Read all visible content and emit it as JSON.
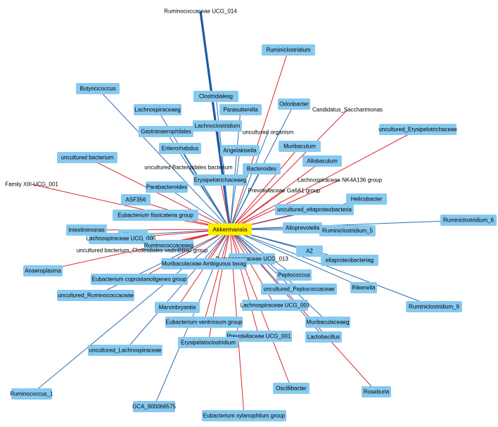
{
  "colors": {
    "node_fill": "#87c9ef",
    "hub_fill": "#ffee00",
    "edge_negative": "#d9282f",
    "edge_positive": "#2f6eae",
    "edge_strong": "#1d5aa6"
  },
  "hub": {
    "label": "Akkermansia"
  },
  "nodes": [
    {
      "id": "ruminococcaceae_ucg_014",
      "label": "Ruminococcaceae UCG_014",
      "box": false,
      "edge": "strong"
    },
    {
      "id": "ruminiclostridium",
      "label": "Ruminiclostridium",
      "box": true,
      "edge": "negative"
    },
    {
      "id": "clostridialesg",
      "label": "Clostridialesg",
      "box": true,
      "edge": "positive"
    },
    {
      "id": "butyricicoccus",
      "label": "Butyricicoccus",
      "box": true,
      "edge": "positive"
    },
    {
      "id": "odoribacter",
      "label": "Odoribacter",
      "box": true,
      "edge": "positive"
    },
    {
      "id": "parasutterella",
      "label": "Parasutterella",
      "box": true,
      "edge": "positive"
    },
    {
      "id": "candidatus_saccharimonas",
      "label": "Candidatus_Saccharimonas",
      "box": false,
      "edge": "negative"
    },
    {
      "id": "lachnospiraceaeg",
      "label": "Lachnospiraceaeg",
      "box": true,
      "edge": "positive"
    },
    {
      "id": "uncultured_erysipelotrichaceae",
      "label": "uncultured_Erysipelotrichaceae",
      "box": true,
      "edge": "negative"
    },
    {
      "id": "lachnoclostridium",
      "label": "Lachnoclostridium",
      "box": true,
      "edge": "positive"
    },
    {
      "id": "uncultured_organism",
      "label": "uncultured organism",
      "box": false,
      "edge": "positive"
    },
    {
      "id": "gastranaerophilales",
      "label": "Gastranaerophilales",
      "box": true,
      "edge": "positive"
    },
    {
      "id": "enterorhabdus",
      "label": "Enterorhabdus",
      "box": true,
      "edge": "positive"
    },
    {
      "id": "muribaculum",
      "label": "Muribaculum",
      "box": true,
      "edge": "negative"
    },
    {
      "id": "angelakisella",
      "label": "Angelakisella",
      "box": true,
      "edge": "positive"
    },
    {
      "id": "uncultured_bacterium",
      "label": "uncultured bacterium",
      "box": true,
      "edge": "negative"
    },
    {
      "id": "allobaculum",
      "label": "Allobaculum",
      "box": true,
      "edge": "negative"
    },
    {
      "id": "uncultured_bacteroidales",
      "label": "uncultured Bacteroidales bacterium",
      "box": false,
      "edge": "positive"
    },
    {
      "id": "bacteroides",
      "label": "Bacteroides",
      "box": true,
      "edge": "positive"
    },
    {
      "id": "lachnospiraceae_nk4a136",
      "label": "Lachnospiraceae NK4A136 group",
      "box": false,
      "edge": "negative"
    },
    {
      "id": "family_xiii_ucg_001",
      "label": "Family XIII UCG_001",
      "box": false,
      "edge": "negative"
    },
    {
      "id": "erysipelotrichaceaeg",
      "label": "Erysipelotrichaceaeg",
      "box": true,
      "edge": "negative"
    },
    {
      "id": "prevotellaceae_ga6a1",
      "label": "Prevotellaceae Ga6A1 group",
      "box": false,
      "edge": "negative"
    },
    {
      "id": "parabacteroides",
      "label": "Parabacteroides",
      "box": true,
      "edge": "positive"
    },
    {
      "id": "helicobacter",
      "label": "Helicobacter",
      "box": true,
      "edge": "positive"
    },
    {
      "id": "asf356",
      "label": "ASF356",
      "box": true,
      "edge": "negative"
    },
    {
      "id": "uncultured_eltaproteobacteria",
      "label": "uncultured_eltaproteobacteria",
      "box": true,
      "edge": "negative"
    },
    {
      "id": "eubacterium_fissicatena",
      "label": "Eubacterium fissicatena group",
      "box": true,
      "edge": "negative"
    },
    {
      "id": "ruminiclostridium_6",
      "label": "Ruminiclostridium_6",
      "box": true,
      "edge": "positive"
    },
    {
      "id": "intestinimonas",
      "label": "Intestinimonas",
      "box": true,
      "edge": "negative"
    },
    {
      "id": "alistipes",
      "label": "Alistipes",
      "box": true,
      "edge": "positive"
    },
    {
      "id": "alloprevotella",
      "label": "Alloprevotella",
      "box": true,
      "edge": "positive"
    },
    {
      "id": "ruminiclostridium_5",
      "label": "Ruminiclostridium_5",
      "box": true,
      "edge": "positive"
    },
    {
      "id": "lachnospiraceae_ucg_006",
      "label": "Lachnospiraceae UCG_006",
      "box": true,
      "edge": "negative"
    },
    {
      "id": "ruminococcaceaeg",
      "label": "Ruminococcaceaeg",
      "box": true,
      "edge": "negative"
    },
    {
      "id": "a2",
      "label": "A2",
      "box": true,
      "edge": "positive"
    },
    {
      "id": "eltaproteobacteriag",
      "label": "eltaproteobacteriag",
      "box": true,
      "edge": "positive"
    },
    {
      "id": "uncultured_bacterium_clostridiales",
      "label": "uncultured bacterium_Clostridiales vadinBB60 group",
      "box": false,
      "edge": "negative"
    },
    {
      "id": "ruminococcaceae_ucg_013",
      "label": "Ruminococcaceae UCG_013",
      "box": true,
      "edge": "positive"
    },
    {
      "id": "anaeroplasma",
      "label": "Anaeroplasma",
      "box": true,
      "edge": "negative"
    },
    {
      "id": "muribaculaceae_ambiguous",
      "label": "Muribaculaceae Ambiguous taxag",
      "box": true,
      "edge": "negative"
    },
    {
      "id": "peptococcus",
      "label": "Peptococcus",
      "box": true,
      "edge": "positive"
    },
    {
      "id": "eubacterium_coprostanoligenes",
      "label": "Eubacterium coprostanoligenes group",
      "box": true,
      "edge": "negative"
    },
    {
      "id": "uncultured_peptococcaceae",
      "label": "uncultured_Peptococcaceae",
      "box": true,
      "edge": "positive"
    },
    {
      "id": "rikenella",
      "label": "Rikenella",
      "box": true,
      "edge": "positive"
    },
    {
      "id": "uncultured_ruminococcaceae",
      "label": "uncultured_Ruminococcaceae",
      "box": true,
      "edge": "positive"
    },
    {
      "id": "marvinbryantia",
      "label": "Marvinbryantia",
      "box": true,
      "edge": "negative"
    },
    {
      "id": "lachnospiraceae_ucg_001",
      "label": "Lachnospiraceae UCG_001",
      "box": true,
      "edge": "negative"
    },
    {
      "id": "ruminiclostridium_9",
      "label": "Ruminiclostridium_9",
      "box": true,
      "edge": "positive"
    },
    {
      "id": "muribaculaceaeg",
      "label": "Muribaculaceaeg",
      "box": true,
      "edge": "positive"
    },
    {
      "id": "eubacterium_ventriosum",
      "label": "Eubacterium ventriosum group",
      "box": true,
      "edge": "negative"
    },
    {
      "id": "lactobacillus",
      "label": "Lactobacillus",
      "box": true,
      "edge": "positive"
    },
    {
      "id": "prevotellaceae_ucg_001",
      "label": "Prevotellaceae UCG_001",
      "box": true,
      "edge": "negative"
    },
    {
      "id": "erysipelatoclostridium",
      "label": "Erysipelatoclostridium",
      "box": true,
      "edge": "negative"
    },
    {
      "id": "uncultured_lachnospiraceae",
      "label": "uncultured_Lachnospiraceae",
      "box": true,
      "edge": "positive"
    },
    {
      "id": "oscillibacter",
      "label": "Oscillibacter",
      "box": true,
      "edge": "negative"
    },
    {
      "id": "roseburia",
      "label": "Roseburia",
      "box": true,
      "edge": "negative"
    },
    {
      "id": "ruminococcus_1",
      "label": "Ruminococcus_1",
      "box": true,
      "edge": "positive"
    },
    {
      "id": "gca_900066575",
      "label": "GCA_900066575",
      "box": true,
      "edge": "positive"
    },
    {
      "id": "eubacterium_xylanophilum",
      "label": "Eubacterium xylanophilum group",
      "box": true,
      "edge": "negative"
    }
  ]
}
